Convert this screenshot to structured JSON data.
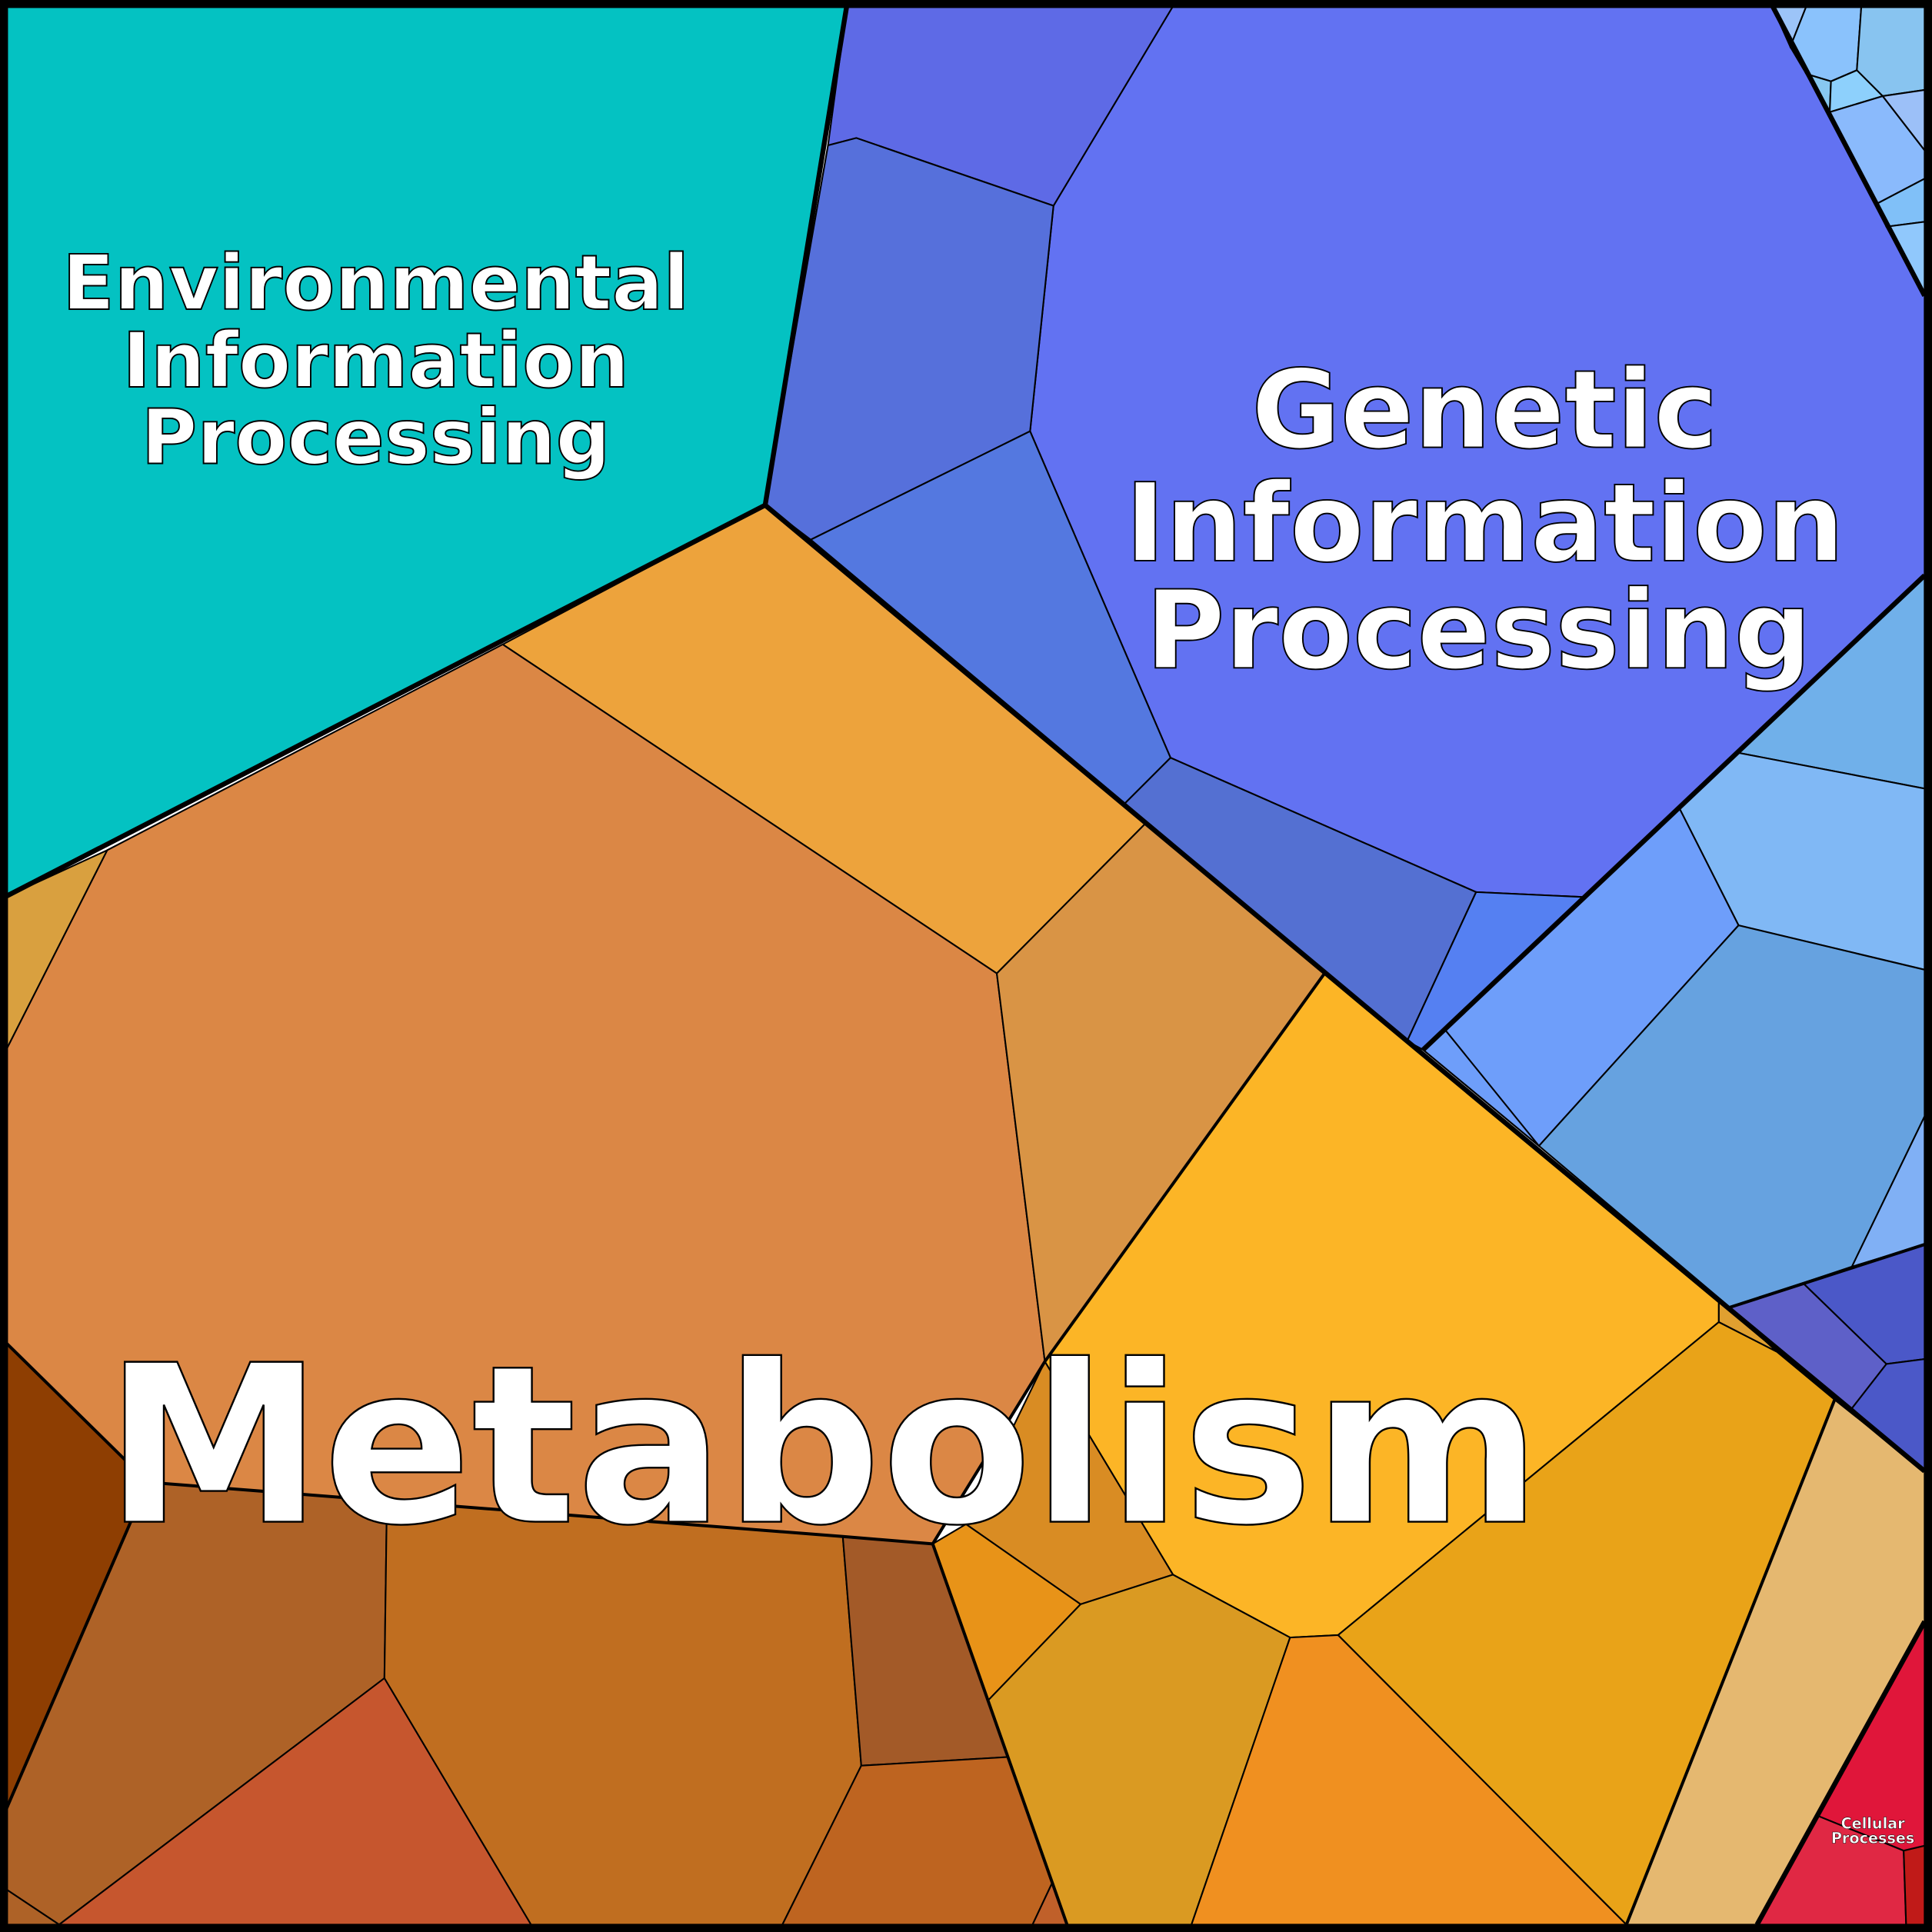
{
  "labels": {
    "environmental": [
      "Environmental",
      "Information",
      "Processing"
    ],
    "genetic": [
      "Genetic",
      "Information",
      "Processing"
    ],
    "metabolism": "Metabolism",
    "cellular": [
      "Cellular",
      "Processes"
    ]
  },
  "colors": {
    "environmental": "#04C2C2",
    "genetic": "#6272F2",
    "metabolism": "#DB8745",
    "cellular": "#E0163A"
  }
}
